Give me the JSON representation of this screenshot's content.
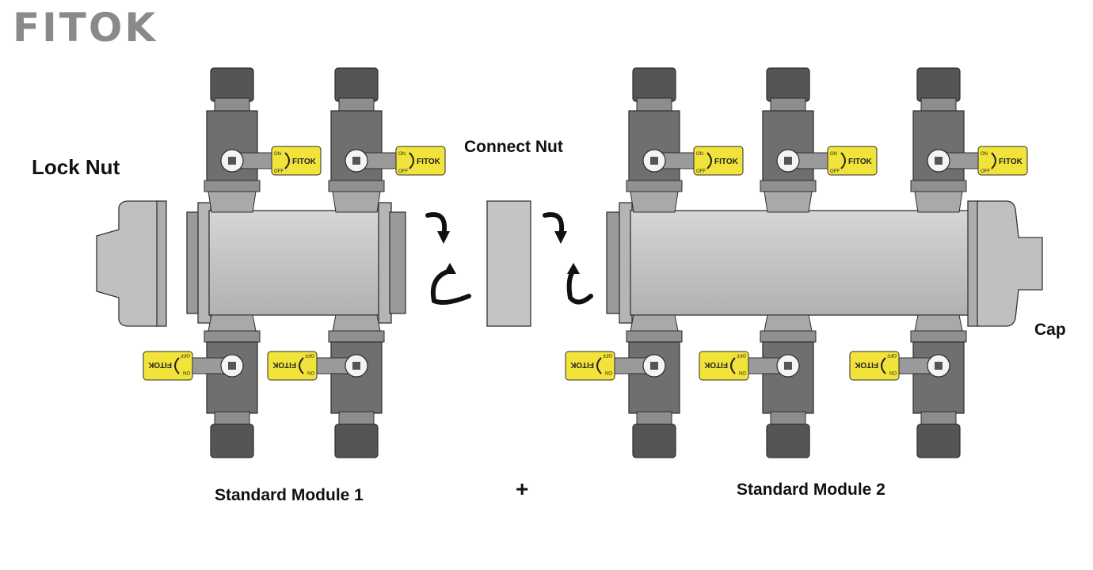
{
  "brand": {
    "logo": "FITOK"
  },
  "labels": {
    "lock_nut": "Lock Nut",
    "connect_nut": "Connect Nut",
    "cap": "Cap",
    "module1": "Standard Module 1",
    "module2": "Standard Module 2",
    "plus": "+"
  },
  "handle": {
    "on": "ON",
    "off": "OFF",
    "brand": "FITOK"
  },
  "colors": {
    "body": "#c4c4c4",
    "valve": "#6f6f6f",
    "fitting": "#555555",
    "handle": "#f2e33a",
    "logo": "#8a8a8a"
  }
}
